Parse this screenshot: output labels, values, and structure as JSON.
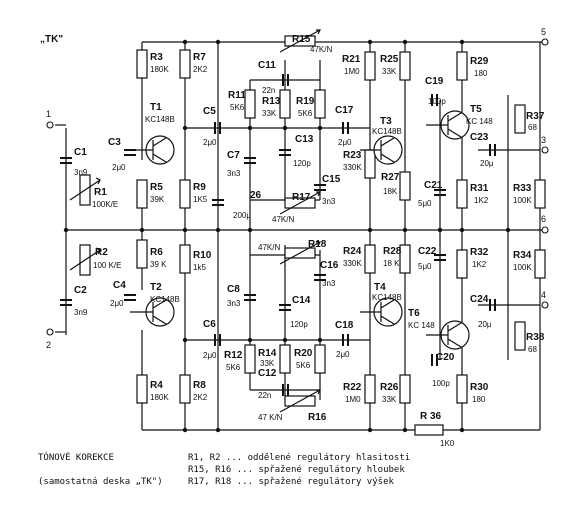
{
  "board_label": "„TK\"",
  "terminals": [
    "1",
    "2",
    "3",
    "4",
    "5",
    "6"
  ],
  "components": {
    "R1": {
      "label": "R1",
      "value": "100K/E"
    },
    "R2": {
      "label": "R2",
      "value": "100 K/E"
    },
    "R3": {
      "label": "R3",
      "value": "180K"
    },
    "R4": {
      "label": "R4",
      "value": "180K"
    },
    "R5": {
      "label": "R5",
      "value": "39K"
    },
    "R6": {
      "label": "R6",
      "value": "39 K"
    },
    "R7": {
      "label": "R7",
      "value": "2K2"
    },
    "R8": {
      "label": "R8",
      "value": "2K2"
    },
    "R9": {
      "label": "R9",
      "value": "1K5"
    },
    "R10": {
      "label": "R10",
      "value": "1k5"
    },
    "R11": {
      "label": "R11",
      "value": "5K6"
    },
    "R12": {
      "label": "R12",
      "value": "5K6"
    },
    "R13": {
      "label": "R13",
      "value": "33K"
    },
    "R14": {
      "label": "R14",
      "value": "33K"
    },
    "R15": {
      "label": "R15",
      "value": "47K/N"
    },
    "R16": {
      "label": "R16",
      "value": "47 K/N"
    },
    "R17": {
      "label": "R17",
      "value": "47K/N"
    },
    "R18": {
      "label": "R18",
      "value": "47K/N"
    },
    "R19": {
      "label": "R19",
      "value": "5K6"
    },
    "R20": {
      "label": "R20",
      "value": "5K6"
    },
    "R21": {
      "label": "R21",
      "value": "1M0"
    },
    "R22": {
      "label": "R22",
      "value": "1M0"
    },
    "R23": {
      "label": "R23",
      "value": "330K"
    },
    "R24": {
      "label": "R24",
      "value": "330K"
    },
    "R25": {
      "label": "R25",
      "value": "33K"
    },
    "R26": {
      "label": "R26",
      "value": "33K"
    },
    "R27": {
      "label": "R27",
      "value": "18K"
    },
    "R28": {
      "label": "R28",
      "value": "18 K"
    },
    "R29": {
      "label": "R29",
      "value": "180"
    },
    "R30": {
      "label": "R30",
      "value": "180"
    },
    "R31": {
      "label": "R31",
      "value": "1K2"
    },
    "R32": {
      "label": "R32",
      "value": "1K2"
    },
    "R33": {
      "label": "R33",
      "value": "100K"
    },
    "R34": {
      "label": "R34",
      "value": "100K"
    },
    "R36": {
      "label": "R 36",
      "value": "1K0"
    },
    "R37": {
      "label": "R37",
      "value": "68"
    },
    "R38": {
      "label": "R38",
      "value": "68"
    },
    "C1": {
      "label": "C1",
      "value": "3n9"
    },
    "C2": {
      "label": "C2",
      "value": "3n9"
    },
    "C3": {
      "label": "C3",
      "value": "2μ0"
    },
    "C4": {
      "label": "C4",
      "value": "2μ0"
    },
    "C5": {
      "label": "C5",
      "value": "2μ0"
    },
    "C6": {
      "label": "C6",
      "value": "2μ0"
    },
    "C7": {
      "label": "C7",
      "value": "3n3"
    },
    "C8": {
      "label": "C8",
      "value": "3n3"
    },
    "C11": {
      "label": "C11",
      "value": "22n"
    },
    "C12": {
      "label": "C12",
      "value": "22n"
    },
    "C13": {
      "label": "C13",
      "value": "120p"
    },
    "C14": {
      "label": "C14",
      "value": "120p"
    },
    "C15": {
      "label": "C15",
      "value": "3n3"
    },
    "C16": {
      "label": "C16",
      "value": "3n3"
    },
    "C17": {
      "label": "C17",
      "value": "2μ0"
    },
    "C18": {
      "label": "C18",
      "value": "2μ0"
    },
    "C19": {
      "label": "C19",
      "value": "100p"
    },
    "C20": {
      "label": "C20",
      "value": "100p"
    },
    "C21": {
      "label": "C21",
      "value": "5μ0"
    },
    "C22": {
      "label": "C22",
      "value": "5μ0"
    },
    "C23": {
      "label": "C23",
      "value": "20μ"
    },
    "C24": {
      "label": "C24",
      "value": "20μ"
    },
    "C26": {
      "label": "26",
      "value": "200μ"
    },
    "T1": {
      "label": "T1",
      "value": "KC148B"
    },
    "T2": {
      "label": "T2",
      "value": "KC148B"
    },
    "T3": {
      "label": "T3",
      "value": "KC148B"
    },
    "T4": {
      "label": "T4",
      "value": "KC148B"
    },
    "T5": {
      "label": "T5",
      "value": "KC 148"
    },
    "T6": {
      "label": "T6",
      "value": "KC 148"
    }
  },
  "caption": {
    "title": "TÓNOVÉ KOREKCE",
    "subtitle": "(samostatná deska „TK\")",
    "lines": [
      "R1, R2 ... oddělené regulátory hlasitosti",
      "R15, R16 ... spřažené regulátory hloubek",
      "R17, R18 ... spřažené regulátory výšek"
    ]
  }
}
